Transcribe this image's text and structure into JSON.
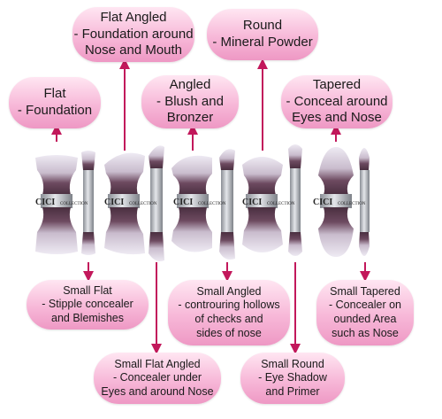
{
  "labels": {
    "flat": {
      "l1": "Flat",
      "l2": "- Foundation"
    },
    "flat_angled": {
      "l1": "Flat Angled",
      "l2": "- Foundation around",
      "l3": "Nose and Mouth"
    },
    "angled": {
      "l1": "Angled",
      "l2": "- Blush and",
      "l3": "Bronzer"
    },
    "round": {
      "l1": "Round",
      "l2": "- Mineral Powder"
    },
    "tapered": {
      "l1": "Tapered",
      "l2": "- Conceal around",
      "l3": "Eyes and Nose"
    },
    "small_flat": {
      "l1": "Small Flat",
      "l2": "- Stipple concealer",
      "l3": "and Blemishes"
    },
    "small_angled": {
      "l1": "Small Angled",
      "l2": "- controuring hollows",
      "l3": "of checks and",
      "l4": "sides of nose"
    },
    "small_tapered": {
      "l1": "Small Tapered",
      "l2": "- Concealer on",
      "l3": "ounded Area",
      "l4": "such as Nose"
    },
    "small_flat_angled": {
      "l1": "Small Flat Angled",
      "l2": "- Concealer under",
      "l3": "Eyes and around Nose"
    },
    "small_round": {
      "l1": "Small Round",
      "l2": "- Eye Shadow",
      "l3": "and Primer"
    }
  },
  "brand": {
    "name": "CICI",
    "sub": "COLLECTION"
  },
  "colors": {
    "arrow": "#c2185b",
    "bubble_top": "#ffe6f2",
    "bubble_bottom": "#ee98c4",
    "bristle_dark": "#5a3a4e",
    "bristle_light": "#ece8f2",
    "ferrule": "#b9bdc4"
  }
}
